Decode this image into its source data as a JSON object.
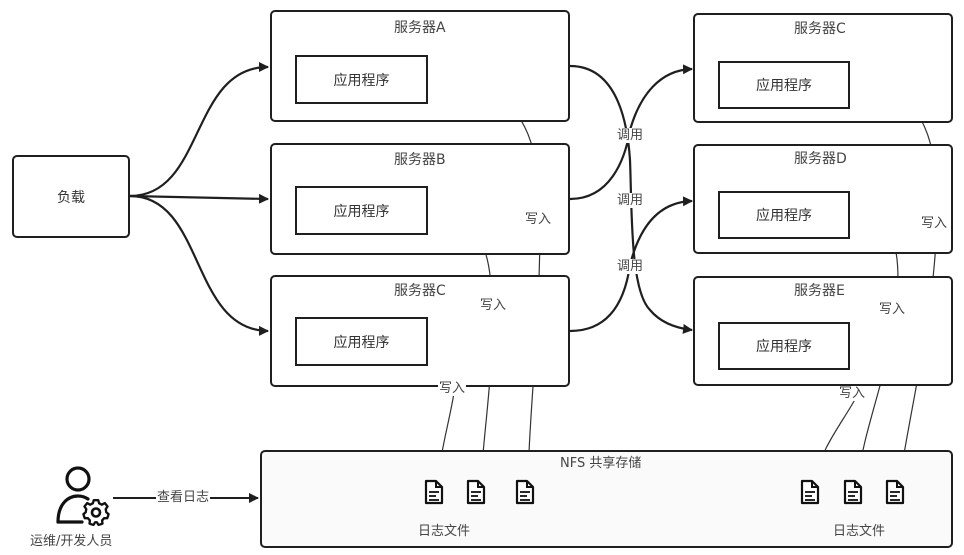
{
  "load_balancer": {
    "label": "负载"
  },
  "servers": [
    {
      "id": "A",
      "title": "服务器A",
      "app_label": "应用程序"
    },
    {
      "id": "B",
      "title": "服务器B",
      "app_label": "应用程序"
    },
    {
      "id": "C1",
      "title": "服务器C",
      "app_label": "应用程序"
    },
    {
      "id": "C2",
      "title": "服务器C",
      "app_label": "应用程序"
    },
    {
      "id": "D",
      "title": "服务器D",
      "app_label": "应用程序"
    },
    {
      "id": "E",
      "title": "服务器E",
      "app_label": "应用程序"
    }
  ],
  "edge_labels": {
    "call": "调用",
    "write": "写入",
    "view_logs": "查看日志"
  },
  "storage": {
    "title": "NFS 共享存储",
    "log_group_label_left": "日志文件",
    "log_group_label_right": "日志文件",
    "file_icon": "document-icon"
  },
  "actor": {
    "label": "运维/开发人员",
    "icon": "user-gear-icon"
  }
}
